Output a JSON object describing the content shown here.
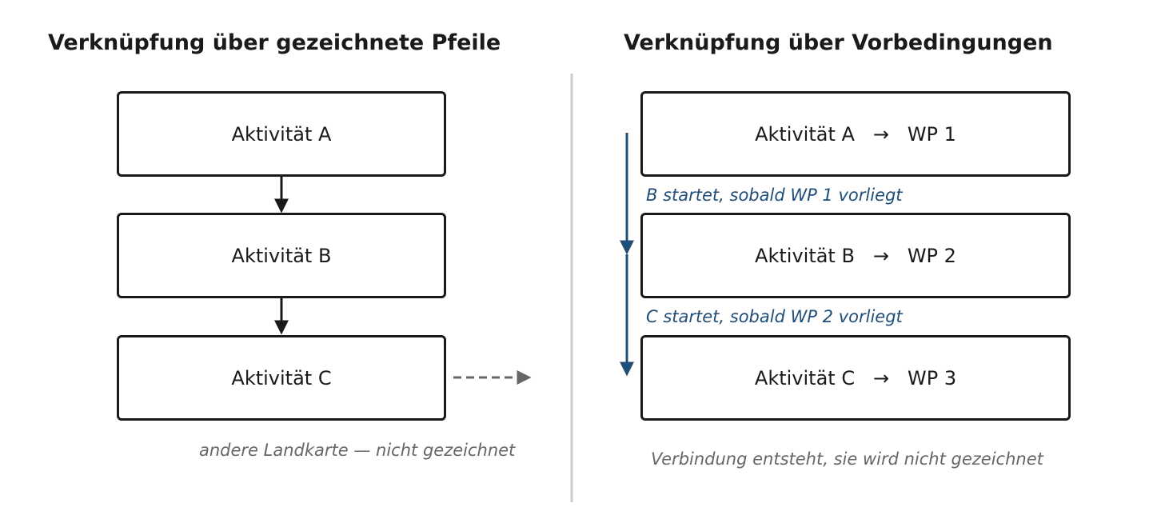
{
  "left": {
    "title": "Verknüpfung über gezeichnete Pfeile",
    "activities": [
      "Aktivität A",
      "Aktivität B",
      "Aktivität C"
    ],
    "footnote": "andere Landkarte — nicht gezeichnet"
  },
  "right": {
    "title": "Verknüpfung über Vorbedingungen",
    "activities": [
      {
        "activity": "Aktivität A",
        "arrow": "→",
        "work_package": "WP 1"
      },
      {
        "activity": "Aktivität B",
        "arrow": "→",
        "work_package": "WP 2"
      },
      {
        "activity": "Aktivität C",
        "arrow": "→",
        "work_package": "WP 3"
      }
    ],
    "conditions": [
      "B startet, sobald WP 1 vorliegt",
      "C startet, sobald WP 2 vorliegt"
    ],
    "footnote": "Verbindung entsteht, sie wird nicht gezeichnet"
  },
  "colors": {
    "dark": "#1a1a1a",
    "blue": "#1f4e79",
    "grey": "#666666",
    "divider": "#cccccc"
  }
}
